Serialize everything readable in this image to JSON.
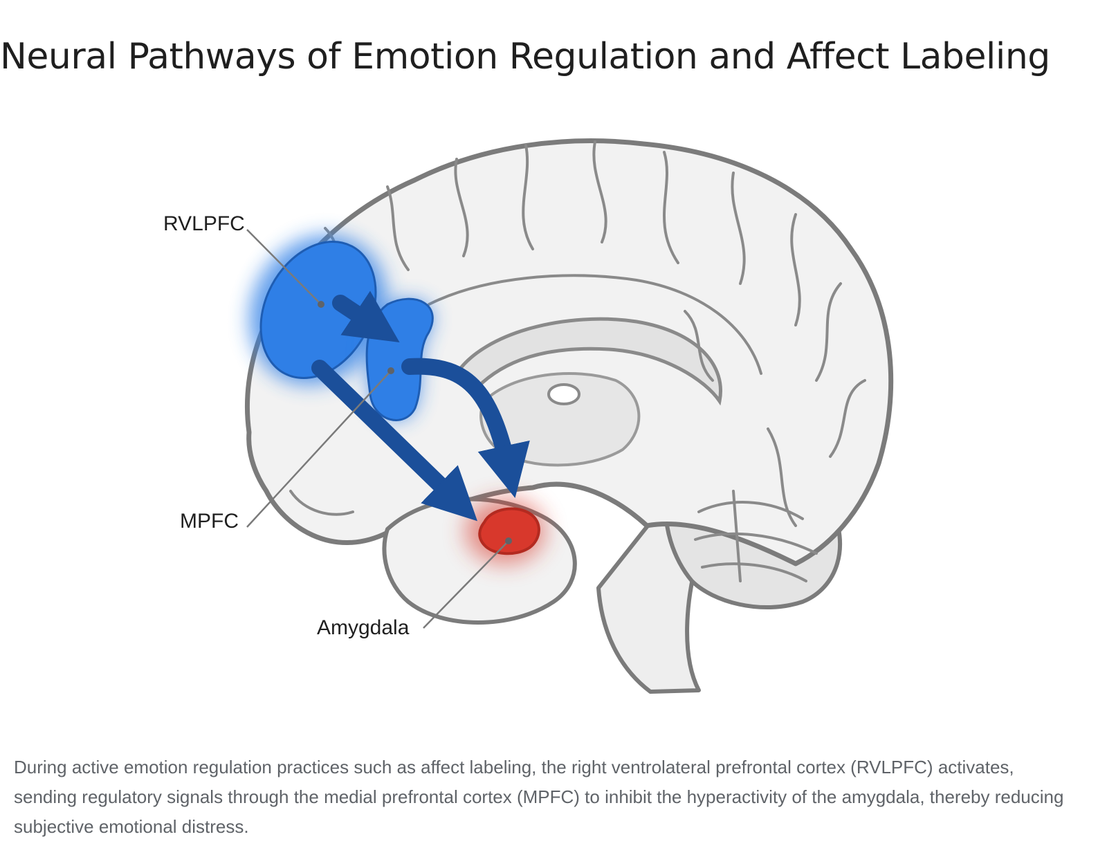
{
  "title": "Neural Pathways of Emotion Regulation and Affect Labeling",
  "labels": {
    "rvlpfc": "RVLPFC",
    "mpfc": "MPFC",
    "amygdala": "Amygdala"
  },
  "caption": "During active emotion regulation practices such as affect labeling, the right ventrolateral prefrontal cortex (RVLPFC) activates, sending regulatory signals through the medial prefrontal cortex (MPFC) to inhibit the hyperactivity of the amygdala, thereby reducing subjective emotional distress.",
  "colors": {
    "prefrontal_activation": "#2f7fe6",
    "amygdala_activation": "#d8382c",
    "pathway_arrow": "#1b4f9a",
    "brain_fill": "#f2f2f2",
    "brain_outline": "#7b7b7b"
  }
}
